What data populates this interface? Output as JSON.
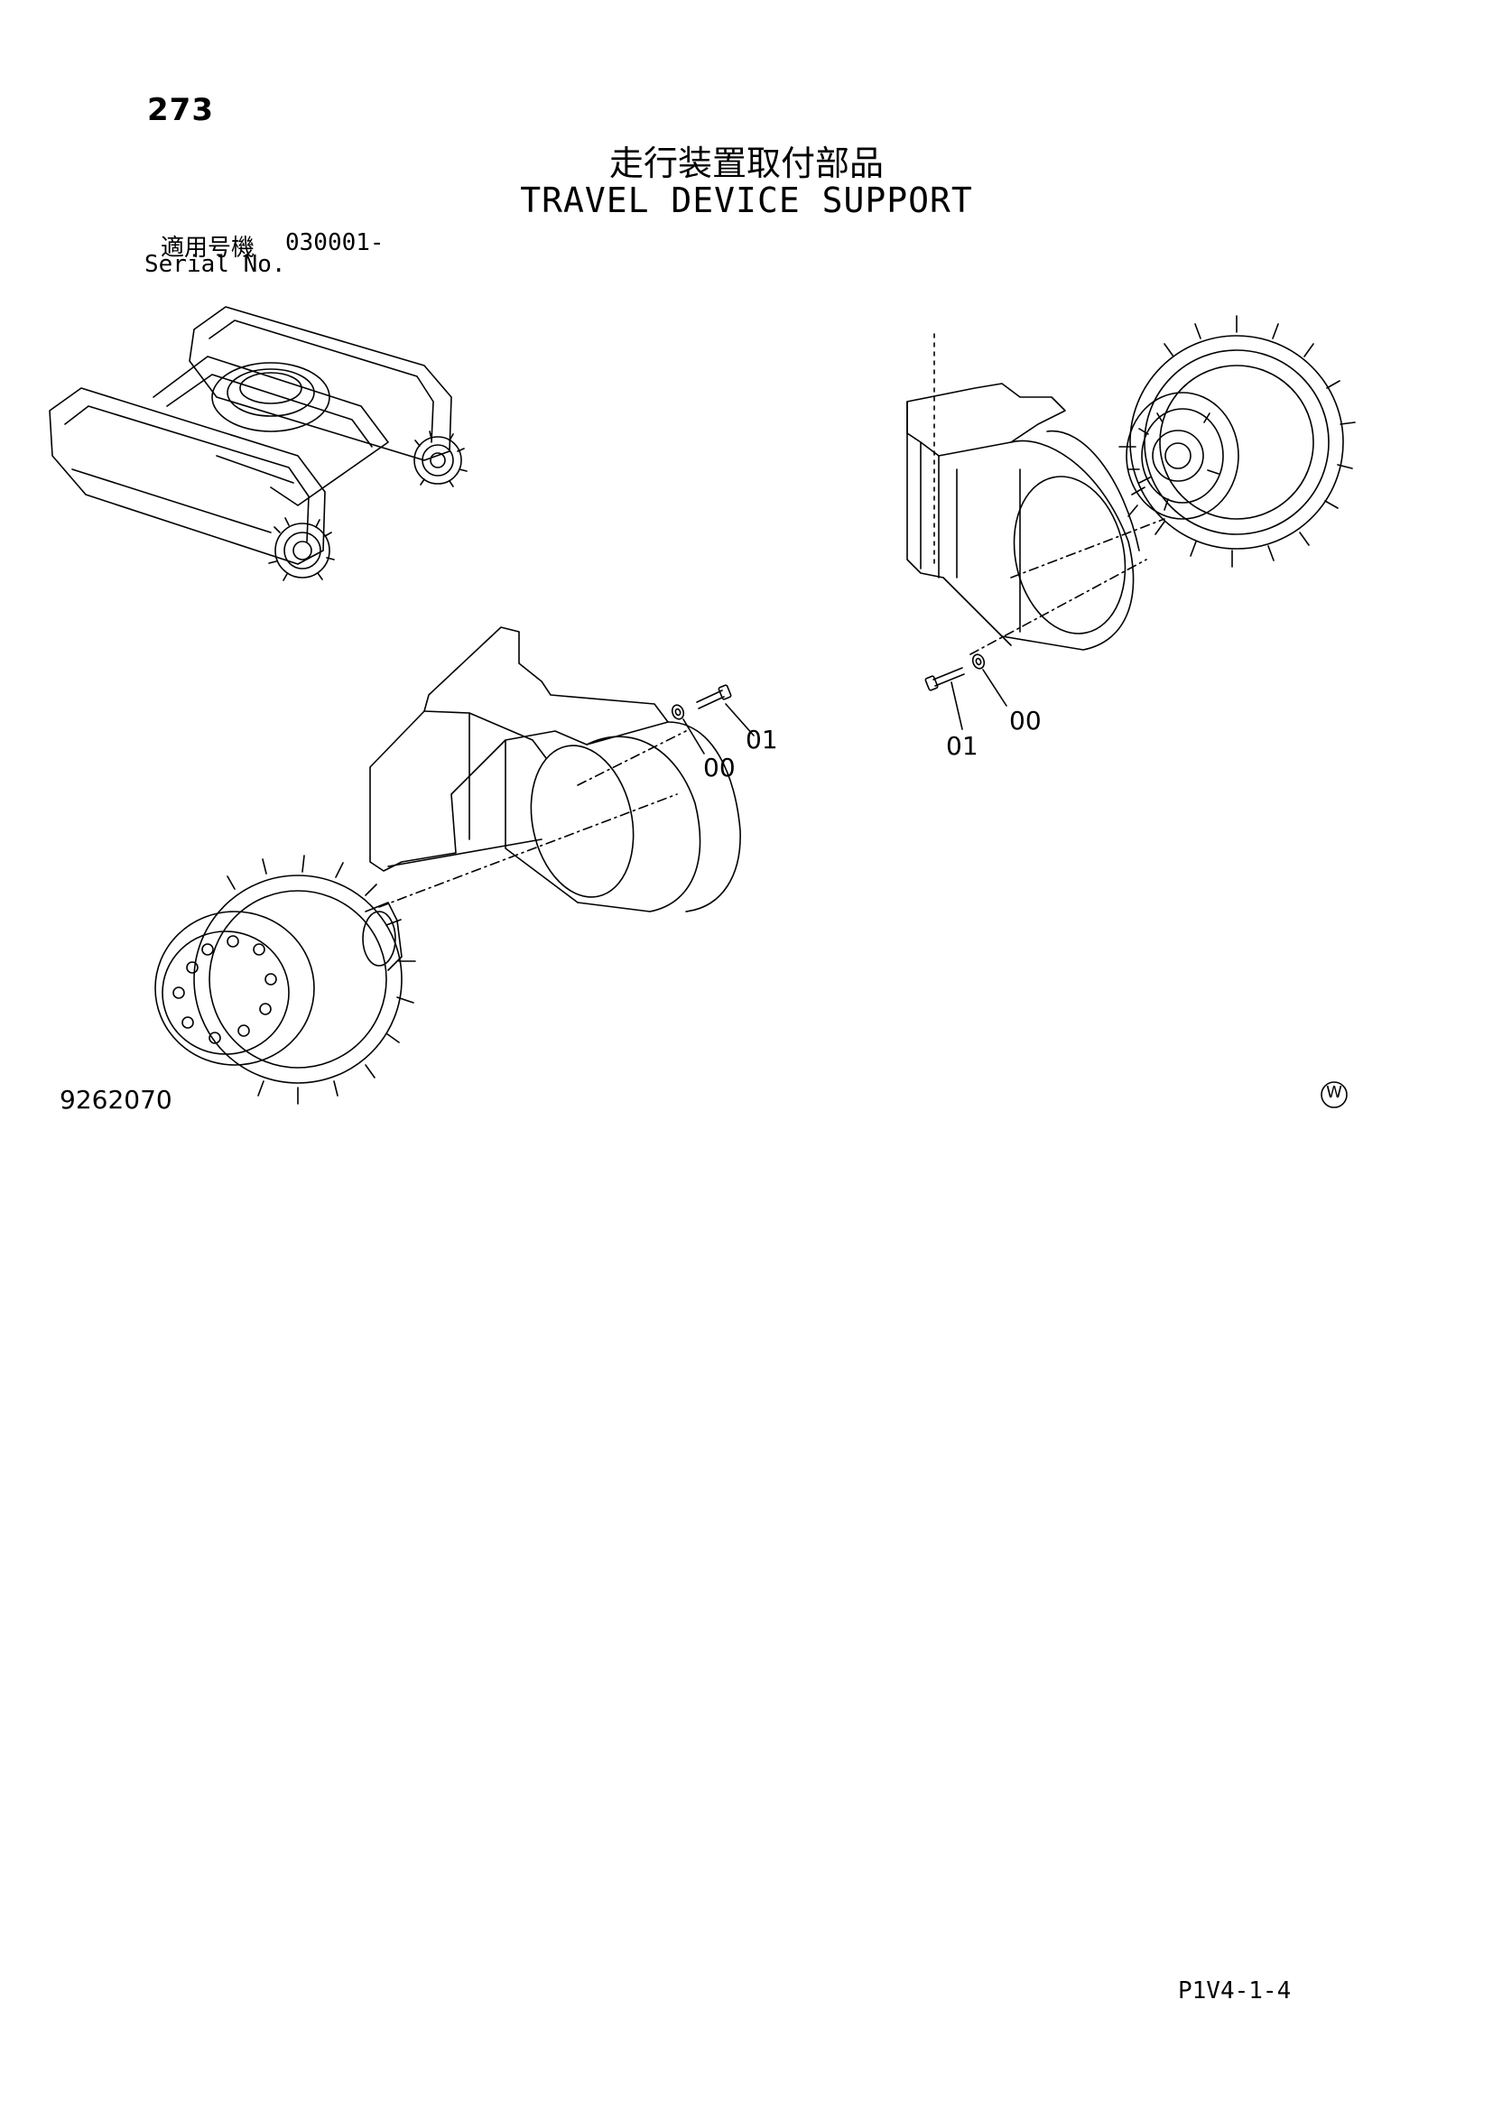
{
  "page": {
    "number": "273",
    "title_jp": "走行装置取付部品",
    "title_en": "TRAVEL DEVICE SUPPORT",
    "serial_label_jp": "適用号機",
    "serial_range": "030001-",
    "serial_label_en": "Serial No.",
    "drawing_number": "9262070",
    "revision_mark": "W",
    "page_code": "P1V4-1-4"
  },
  "callouts": {
    "left_bolt": "01",
    "left_washer": "00",
    "right_bolt": "01",
    "right_washer": "00"
  },
  "icons": {
    "undercarriage": "undercarriage-frame-icon",
    "travel_motor": "travel-motor-sprocket-icon",
    "bracket": "travel-device-bracket-icon",
    "bolt": "bolt-icon",
    "washer": "washer-icon"
  }
}
